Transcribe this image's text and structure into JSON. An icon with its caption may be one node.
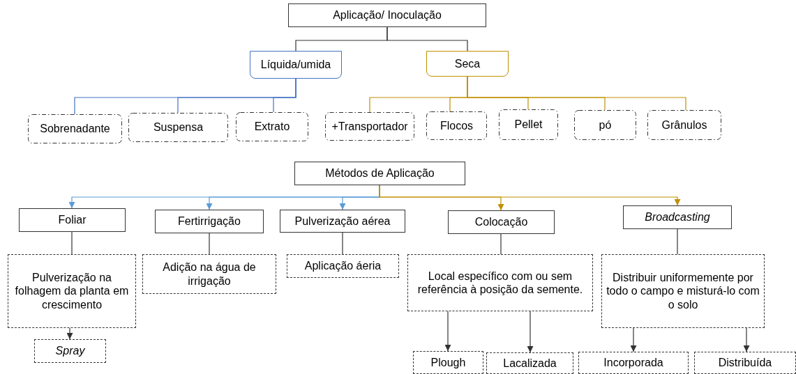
{
  "diagram": {
    "nodes": [
      {
        "text": [
          "Aplicação/ Inoculação"
        ]
      },
      {
        "text": [
          "Líquida/umida"
        ]
      },
      {
        "text": [
          "Seca"
        ]
      },
      {
        "text": [
          "Sobrenadante"
        ]
      },
      {
        "text": [
          "Suspensa"
        ]
      },
      {
        "text": [
          "Extrato"
        ]
      },
      {
        "text": [
          "+Transportador"
        ]
      },
      {
        "text": [
          "Flocos"
        ]
      },
      {
        "text": [
          "Pellet"
        ]
      },
      {
        "text": [
          "pó"
        ]
      },
      {
        "text": [
          "Grânulos"
        ]
      },
      {
        "text": [
          "Métodos de Aplicação"
        ]
      },
      {
        "text": [
          "Foliar"
        ]
      },
      {
        "text": [
          "Fertirrigação"
        ]
      },
      {
        "text": [
          "Pulverização aérea"
        ]
      },
      {
        "text": [
          "Colocação"
        ]
      },
      {
        "text": [
          "Broadcasting"
        ]
      },
      {
        "text": [
          "Pulverização na folhagem da planta em crescimento"
        ]
      },
      {
        "text": [
          "Adição na água de irrigação"
        ]
      },
      {
        "text": [
          "Aplicação áeria"
        ]
      },
      {
        "text": [
          "Local específico com ou sem referência à posição da semente."
        ]
      },
      {
        "text": [
          "Distribuir uniformemente por todo o campo e misturá-lo com o solo"
        ]
      },
      {
        "text": [
          "Spray"
        ]
      },
      {
        "text": [
          "Plough"
        ]
      },
      {
        "text": [
          "Lacalizada"
        ]
      },
      {
        "text": [
          "Incorporada"
        ]
      },
      {
        "text": [
          "Distribuída"
        ]
      }
    ],
    "edges": [
      {
        "from": 0,
        "to": 1,
        "arrow": "none"
      },
      {
        "from": 0,
        "to": 2,
        "arrow": "none"
      },
      {
        "from": 1,
        "to": 3,
        "arrow": "none",
        "color": "#4472c4"
      },
      {
        "from": 1,
        "to": 4,
        "arrow": "none",
        "color": "#4472c4"
      },
      {
        "from": 1,
        "to": 5,
        "arrow": "none",
        "color": "#4472c4"
      },
      {
        "from": 2,
        "to": 6,
        "arrow": "none",
        "color": "#bf9000"
      },
      {
        "from": 2,
        "to": 7,
        "arrow": "none",
        "color": "#bf9000"
      },
      {
        "from": 2,
        "to": 8,
        "arrow": "none",
        "color": "#bf9000"
      },
      {
        "from": 2,
        "to": 9,
        "arrow": "none",
        "color": "#bf9000"
      },
      {
        "from": 2,
        "to": 10,
        "arrow": "none",
        "color": "#bf9000"
      },
      {
        "from": 11,
        "to": 12,
        "arrow": "to",
        "color": "#5b9bd5"
      },
      {
        "from": 11,
        "to": 13,
        "arrow": "to",
        "color": "#5b9bd5"
      },
      {
        "from": 11,
        "to": 14,
        "arrow": "to",
        "color": "#5b9bd5"
      },
      {
        "from": 11,
        "to": 15,
        "arrow": "to",
        "color": "#bf9000"
      },
      {
        "from": 11,
        "to": 16,
        "arrow": "to",
        "color": "#bf9000"
      },
      {
        "from": 12,
        "to": 17,
        "arrow": "none"
      },
      {
        "from": 13,
        "to": 18,
        "arrow": "none"
      },
      {
        "from": 14,
        "to": 19,
        "arrow": "none"
      },
      {
        "from": 15,
        "to": 20,
        "arrow": "none"
      },
      {
        "from": 16,
        "to": 21,
        "arrow": "none"
      },
      {
        "from": 17,
        "to": 22,
        "arrow": "to"
      },
      {
        "from": 20,
        "to": 23,
        "arrow": "to"
      },
      {
        "from": 20,
        "to": 24,
        "arrow": "to"
      },
      {
        "from": 21,
        "to": 25,
        "arrow": "to"
      },
      {
        "from": 21,
        "to": 26,
        "arrow": "to"
      }
    ]
  }
}
